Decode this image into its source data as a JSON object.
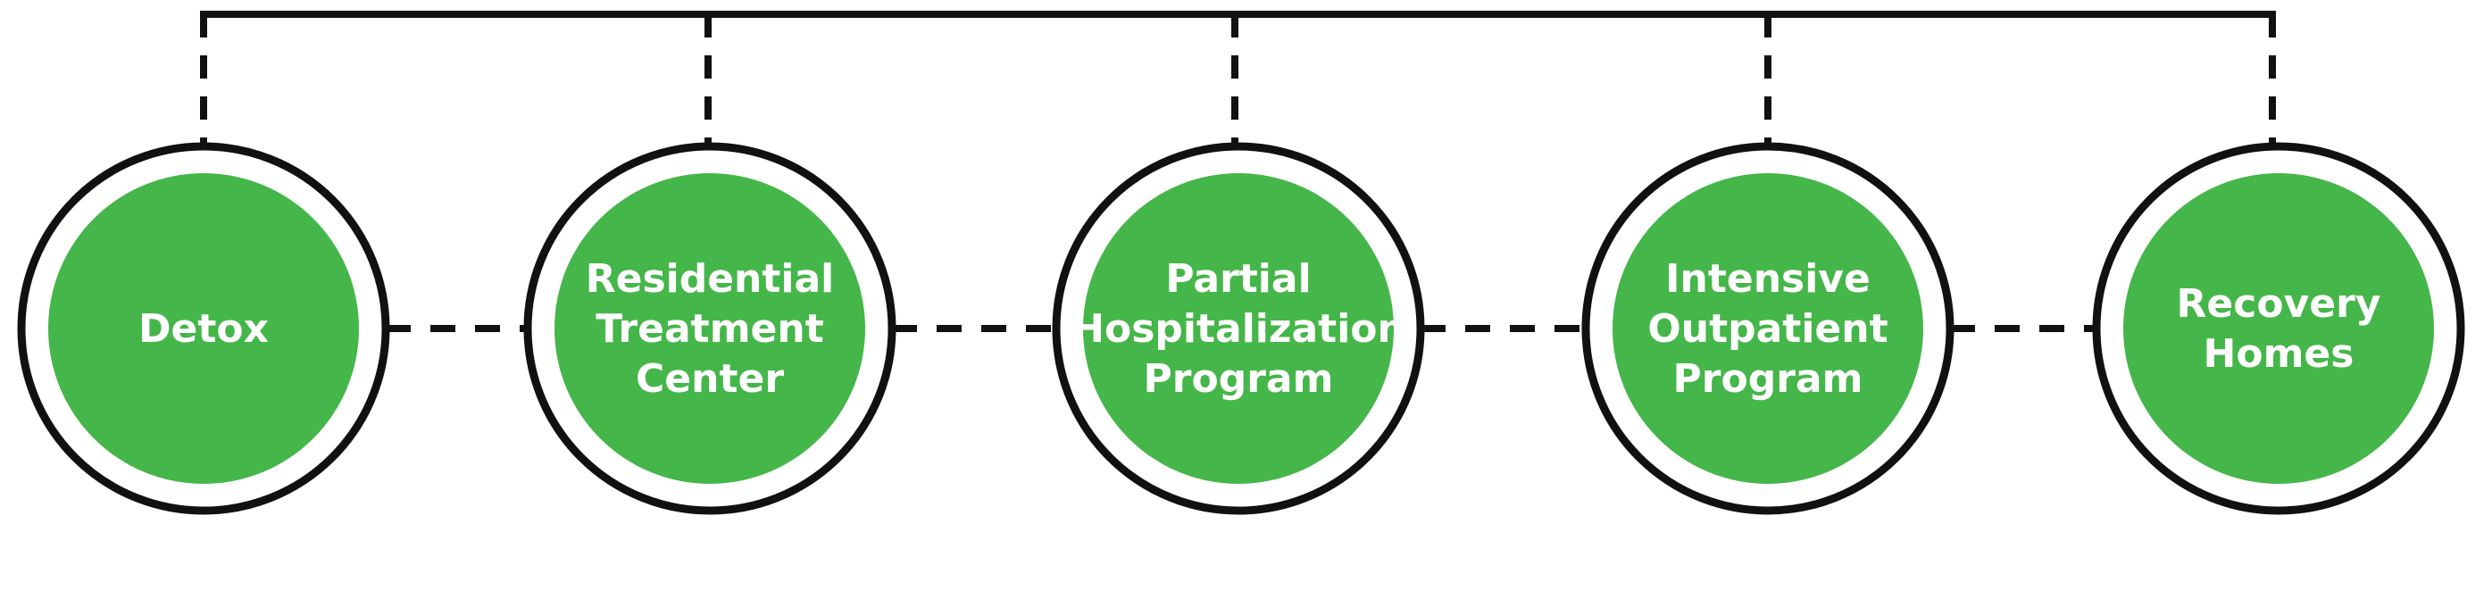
{
  "colors": {
    "node_fill": "#45b649",
    "line": "#111111",
    "ring": "#111111",
    "label": "#ffffff",
    "background": "#ffffff"
  },
  "nodes": [
    {
      "id": "detox",
      "lines": [
        "Detox"
      ]
    },
    {
      "id": "residential-treatment-center",
      "lines": [
        "Residential",
        "Treatment",
        "Center"
      ]
    },
    {
      "id": "partial-hospitalization-program",
      "lines": [
        "Partial",
        "Hospitalization",
        "Program"
      ]
    },
    {
      "id": "intensive-outpatient-program",
      "lines": [
        "Intensive",
        "Outpatient",
        "Program"
      ]
    },
    {
      "id": "recovery-homes",
      "lines": [
        "Recovery",
        "Homes"
      ]
    }
  ]
}
